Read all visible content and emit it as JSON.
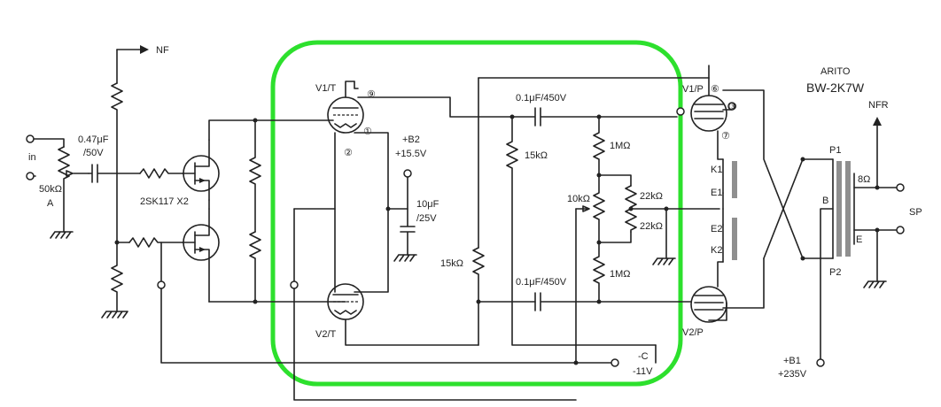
{
  "labels": {
    "nf": "NF",
    "in": "in",
    "input_cap": "0.47μF",
    "input_cap_v": "/50V",
    "volume": "50kΩ",
    "volume_curve": "A",
    "jfet": "2SK117 X2",
    "v1t": "V1/T",
    "v2t": "V2/T",
    "v1p": "V1/P",
    "v2p": "V2/P",
    "pin9": "⑨",
    "pin1": "①",
    "pin2": "②",
    "pin6": "⑥",
    "pin3": "③",
    "pin7": "⑦",
    "b2": "+B2",
    "b2_v": "+15.5V",
    "bypass_cap": "10μF",
    "bypass_cap_v": "/25V",
    "r15k_left": "15kΩ",
    "r15k_top": "15kΩ",
    "coup_top": "0.1μF/450V",
    "coup_bot": "0.1μF/450V",
    "r1m_top": "1MΩ",
    "r1m_bot": "1MΩ",
    "pot10k": "10kΩ",
    "r22k_a": "22kΩ",
    "r22k_b": "22kΩ",
    "k1": "K1",
    "e1": "E1",
    "e2": "E2",
    "k2": "K2",
    "brand": "ARITO",
    "model": "BW-2K7W",
    "nfr": "NFR",
    "p1": "P1",
    "p2": "P2",
    "b": "B",
    "e": "E",
    "r8": "8Ω",
    "sp": "SP",
    "neg_c": "-C",
    "neg_c_v": "-11V",
    "b1": "+B1",
    "b1_v": "+235V"
  },
  "colors": {
    "wire": "#222222",
    "highlight": "#2de02d",
    "core": "#8f8f8f"
  }
}
